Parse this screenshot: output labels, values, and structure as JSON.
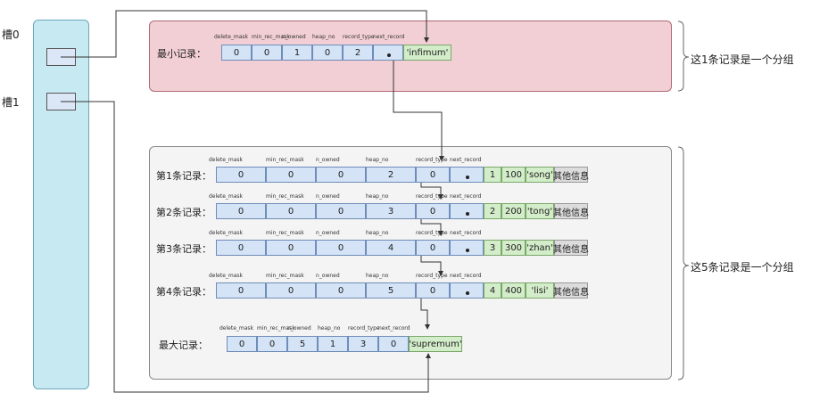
{
  "slots": [
    "槽0",
    "槽1"
  ],
  "header_fields": [
    "delete_mask",
    "min_rec_mask",
    "n_owned",
    "heap_no",
    "record_type",
    "next_record"
  ],
  "groups": [
    {
      "brace_label": "这1条记录是一个分组"
    },
    {
      "brace_label": "这5条记录是一个分组"
    }
  ],
  "records": [
    {
      "label": "最小记录：",
      "header": [
        "0",
        "0",
        "1",
        "0",
        "2"
      ],
      "data": [
        "'infimum'"
      ]
    },
    {
      "label": "第1条记录：",
      "header": [
        "0",
        "0",
        "0",
        "2",
        "0"
      ],
      "data": [
        "1",
        "100",
        "'song'"
      ],
      "other": "其他信息"
    },
    {
      "label": "第2条记录：",
      "header": [
        "0",
        "0",
        "0",
        "3",
        "0"
      ],
      "data": [
        "2",
        "200",
        "'tong'"
      ],
      "other": "其他信息"
    },
    {
      "label": "第3条记录：",
      "header": [
        "0",
        "0",
        "0",
        "4",
        "0"
      ],
      "data": [
        "3",
        "300",
        "'zhan'"
      ],
      "other": "其他信息"
    },
    {
      "label": "第4条记录：",
      "header": [
        "0",
        "0",
        "0",
        "5",
        "0"
      ],
      "data": [
        "4",
        "400",
        "'lisi'"
      ],
      "other": "其他信息"
    },
    {
      "label": "最大记录：",
      "header": [
        "0",
        "0",
        "5",
        "1",
        "3",
        "0"
      ],
      "data": [
        "'supremum'"
      ]
    }
  ]
}
